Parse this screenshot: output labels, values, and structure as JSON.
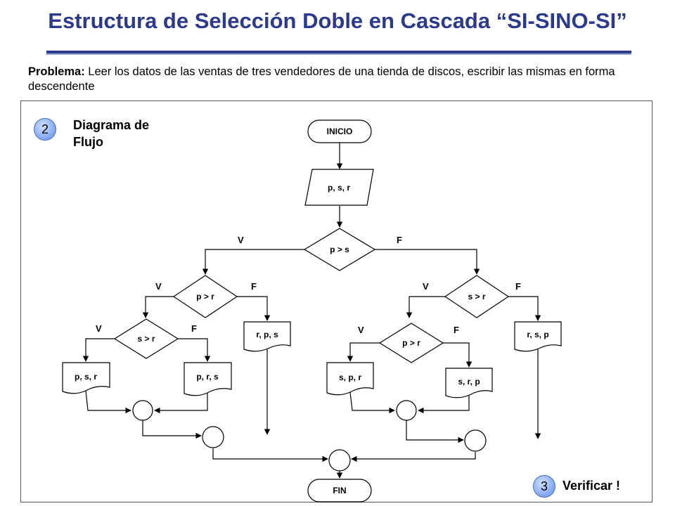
{
  "header": {
    "title": "Estructura de Selección Doble en Cascada “SI-SINO-SI”"
  },
  "problem": {
    "label": "Problema:",
    "text": " Leer los datos de las ventas de tres vendedores de una tienda de discos, escribir las mismas en forma descendente"
  },
  "section_diagram": {
    "number": "2",
    "label": "Diagrama de Flujo"
  },
  "section_verify": {
    "number": "3",
    "label": "Verificar !"
  },
  "flowchart": {
    "start": "INICIO",
    "input": "p, s, r",
    "cond_main": "p > s",
    "cond_left": "p > r",
    "cond_left_inner": "s > r",
    "cond_right": "s > r",
    "cond_right_inner": "p > r",
    "out_psr": "p, s, r",
    "out_prs": "p, r, s",
    "out_rps": "r, p, s",
    "out_spr": "s, p, r",
    "out_srp": "s, r, p",
    "out_rsp": "r, s, p",
    "end": "FIN",
    "true_label": "V",
    "false_label": "F"
  }
}
